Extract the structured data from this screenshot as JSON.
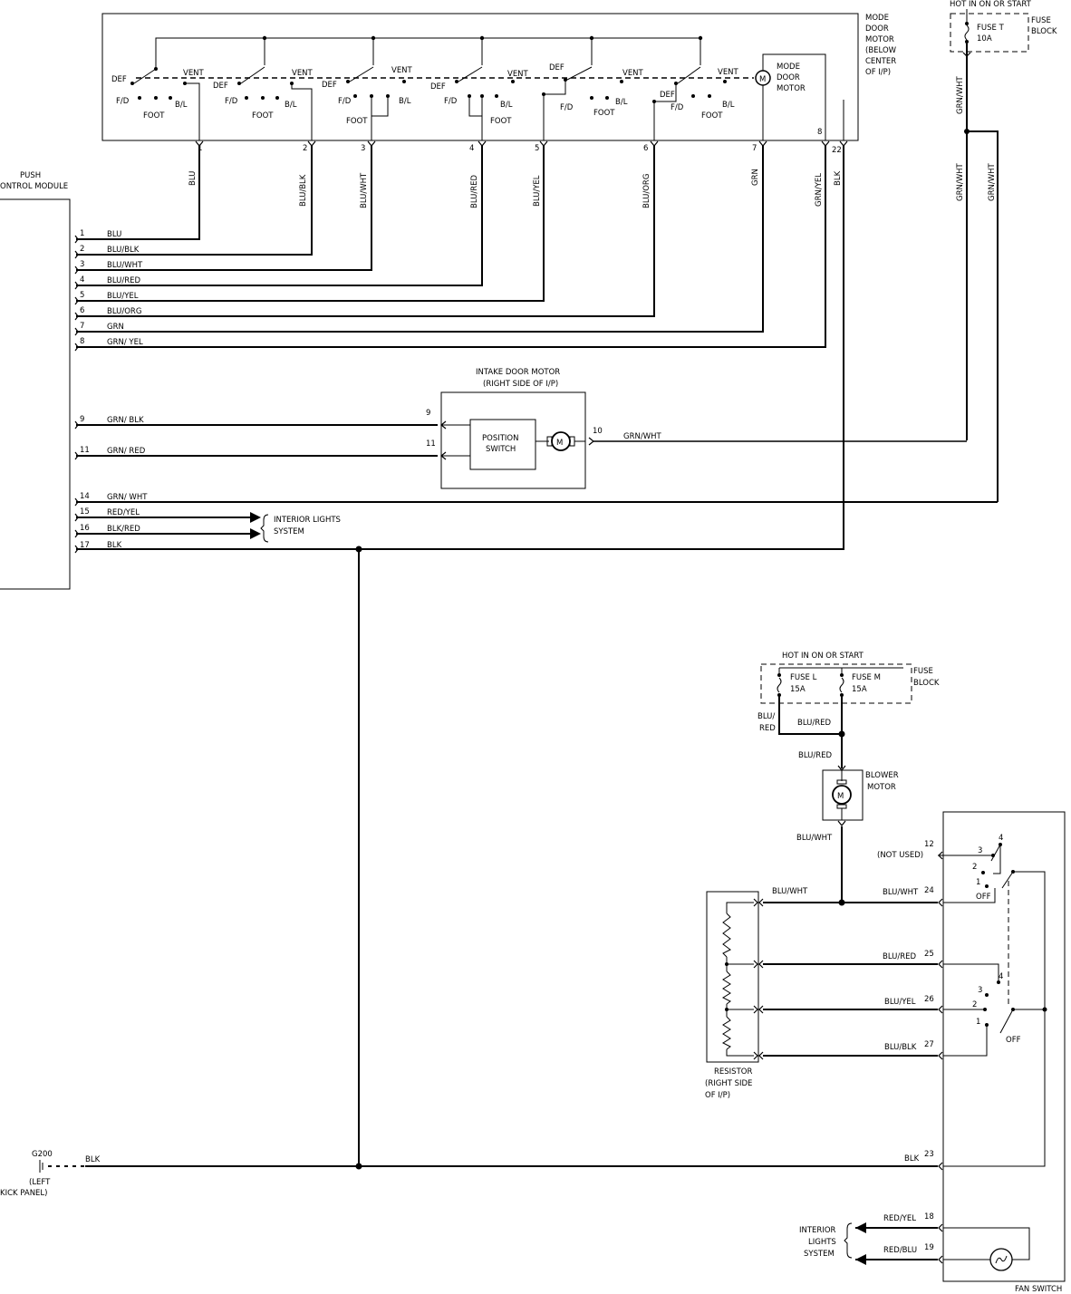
{
  "mode_door": {
    "title": [
      "MODE",
      "DOOR",
      "MOTOR",
      "(BELOW",
      "CENTER",
      "OF I/P)"
    ],
    "motor_label": [
      "MODE",
      "DOOR",
      "MOTOR"
    ],
    "switch_labels": {
      "def": "DEF",
      "vent": "VENT",
      "fd": "F/D",
      "foot": "FOOT",
      "bl": "B/L"
    },
    "pins": [
      {
        "pin": "1",
        "wire": "BLU"
      },
      {
        "pin": "2",
        "wire": "BLU/BLK"
      },
      {
        "pin": "3",
        "wire": "BLU/WHT"
      },
      {
        "pin": "4",
        "wire": "BLU/RED"
      },
      {
        "pin": "5",
        "wire": "BLU/YEL"
      },
      {
        "pin": "6",
        "wire": "BLU/ORG"
      },
      {
        "pin": "7",
        "wire": "GRN"
      },
      {
        "pin": "8",
        "wire": "GRN/YEL"
      },
      {
        "pin": "22",
        "wire": "BLK"
      }
    ]
  },
  "fuse_top": {
    "hot": "HOT IN ON OR START",
    "fuse": [
      "FUSE T",
      "10A"
    ],
    "block": [
      "FUSE",
      "BLOCK"
    ],
    "wire1": "GRN/WHT",
    "wire2": "GRN/WHT",
    "wire3": "GRN/WHT"
  },
  "control_module": {
    "label": [
      "PUSH",
      "ONTROL MODULE"
    ],
    "pins": [
      {
        "pin": "1",
        "wire": "BLU"
      },
      {
        "pin": "2",
        "wire": "BLU/BLK"
      },
      {
        "pin": "3",
        "wire": "BLU/WHT"
      },
      {
        "pin": "4",
        "wire": "BLU/RED"
      },
      {
        "pin": "5",
        "wire": "BLU/YEL"
      },
      {
        "pin": "6",
        "wire": "BLU/ORG"
      },
      {
        "pin": "7",
        "wire": "GRN"
      },
      {
        "pin": "8",
        "wire": "GRN/ YEL"
      },
      {
        "pin": "9",
        "wire": "GRN/ BLK"
      },
      {
        "pin": "11",
        "wire": "GRN/ RED"
      },
      {
        "pin": "14",
        "wire": "GRN/ WHT"
      },
      {
        "pin": "15",
        "wire": "RED/YEL"
      },
      {
        "pin": "16",
        "wire": "BLK/RED"
      },
      {
        "pin": "17",
        "wire": "BLK"
      }
    ]
  },
  "intake": {
    "title": [
      "INTAKE DOOR MOTOR",
      "(RIGHT SIDE OF I/P)"
    ],
    "switch": [
      "POSITION",
      "SWITCH"
    ],
    "motor": "M",
    "pins": [
      "9",
      "11",
      "10"
    ],
    "wire10": "GRN/WHT"
  },
  "interior_top": [
    "INTERIOR LIGHTS",
    "SYSTEM"
  ],
  "fuse_bottom": {
    "hot": "HOT IN ON OR START",
    "fuse_l": [
      "FUSE L",
      "15A"
    ],
    "fuse_m": [
      "FUSE M",
      "15A"
    ],
    "block": [
      "FUSE",
      "BLOCK"
    ],
    "wire_l": [
      "BLU/",
      "RED"
    ],
    "wire_m": "BLU/RED"
  },
  "blower": {
    "label": [
      "BLOWER",
      "MOTOR"
    ],
    "wire_in": "BLU/RED",
    "wire_out": "BLU/WHT",
    "motor": "M"
  },
  "resistor": {
    "label": [
      "RESISTOR",
      "(RIGHT SIDE",
      "OF I/P)"
    ],
    "wire": "BLU/WHT"
  },
  "fan_switch": {
    "label": "FAN SWITCH",
    "not_used": "(NOT USED)",
    "pins": [
      {
        "pin": "12",
        "wire": ""
      },
      {
        "pin": "24",
        "wire": "BLU/WHT"
      },
      {
        "pin": "25",
        "wire": "BLU/RED"
      },
      {
        "pin": "26",
        "wire": "BLU/YEL"
      },
      {
        "pin": "27",
        "wire": "BLU/BLK"
      },
      {
        "pin": "23",
        "wire": "BLK"
      },
      {
        "pin": "18",
        "wire": "RED/YEL"
      },
      {
        "pin": "19",
        "wire": "RED/BLU"
      }
    ],
    "positions": [
      "1",
      "2",
      "3",
      "4"
    ],
    "off": "OFF",
    "interior": [
      "INTERIOR",
      "LIGHTS",
      "SYSTEM"
    ]
  },
  "ground": {
    "name": "G200",
    "wire": "BLK",
    "location": [
      "(LEFT",
      "KICK PANEL)"
    ]
  }
}
